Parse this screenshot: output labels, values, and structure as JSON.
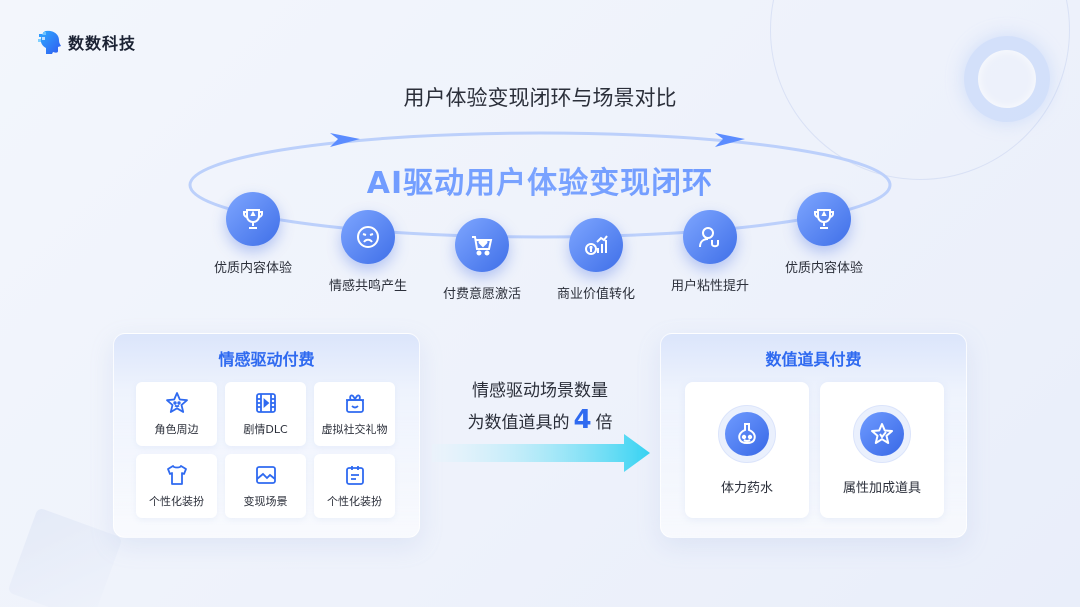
{
  "brand": {
    "name": "数数科技"
  },
  "title": "用户体验变现闭环与场景对比",
  "loop": {
    "title": "AI驱动用户体验变现闭环",
    "steps": [
      {
        "label": "优质内容体验",
        "icon": "trophy-icon"
      },
      {
        "label": "情感共鸣产生",
        "icon": "emotion-face-icon"
      },
      {
        "label": "付费意愿激活",
        "icon": "cart-heart-icon"
      },
      {
        "label": "商业价值转化",
        "icon": "growth-chart-icon"
      },
      {
        "label": "用户粘性提升",
        "icon": "user-magnet-icon"
      },
      {
        "label": "优质内容体验",
        "icon": "trophy-icon"
      }
    ]
  },
  "left_panel": {
    "title": "情感驱动付费",
    "items": [
      {
        "label": "角色周边",
        "icon": "star-face-icon"
      },
      {
        "label": "剧情DLC",
        "icon": "film-icon"
      },
      {
        "label": "虚拟社交礼物",
        "icon": "gift-icon"
      },
      {
        "label": "个性化装扮",
        "icon": "shirt-icon"
      },
      {
        "label": "变现场景",
        "icon": "image-icon"
      },
      {
        "label": "个性化装扮",
        "icon": "clipboard-icon"
      }
    ]
  },
  "comparison": {
    "line1": "情感驱动场景数量",
    "line2_prefix": "为数值道具的",
    "multiplier": "4",
    "line2_suffix": "倍"
  },
  "right_panel": {
    "title": "数值道具付费",
    "items": [
      {
        "label": "体力药水",
        "icon": "potion-icon"
      },
      {
        "label": "属性加成道具",
        "icon": "star-boost-icon"
      }
    ]
  },
  "colors": {
    "accent": "#2f6af0",
    "icon_gradient_start": "#7ea6ff",
    "icon_gradient_end": "#3f6fe8",
    "arrow": "#3ad0f0"
  }
}
